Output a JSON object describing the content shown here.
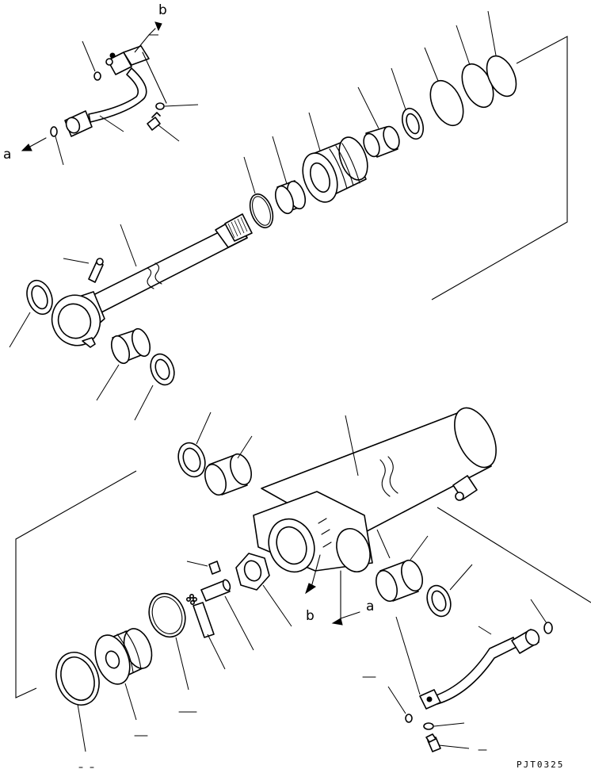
{
  "diagram": {
    "callouts": {
      "a_top": "a",
      "b_top": "b",
      "a_bottom": "a",
      "b_bottom": "b"
    },
    "drawing_code": "PJT0325"
  }
}
